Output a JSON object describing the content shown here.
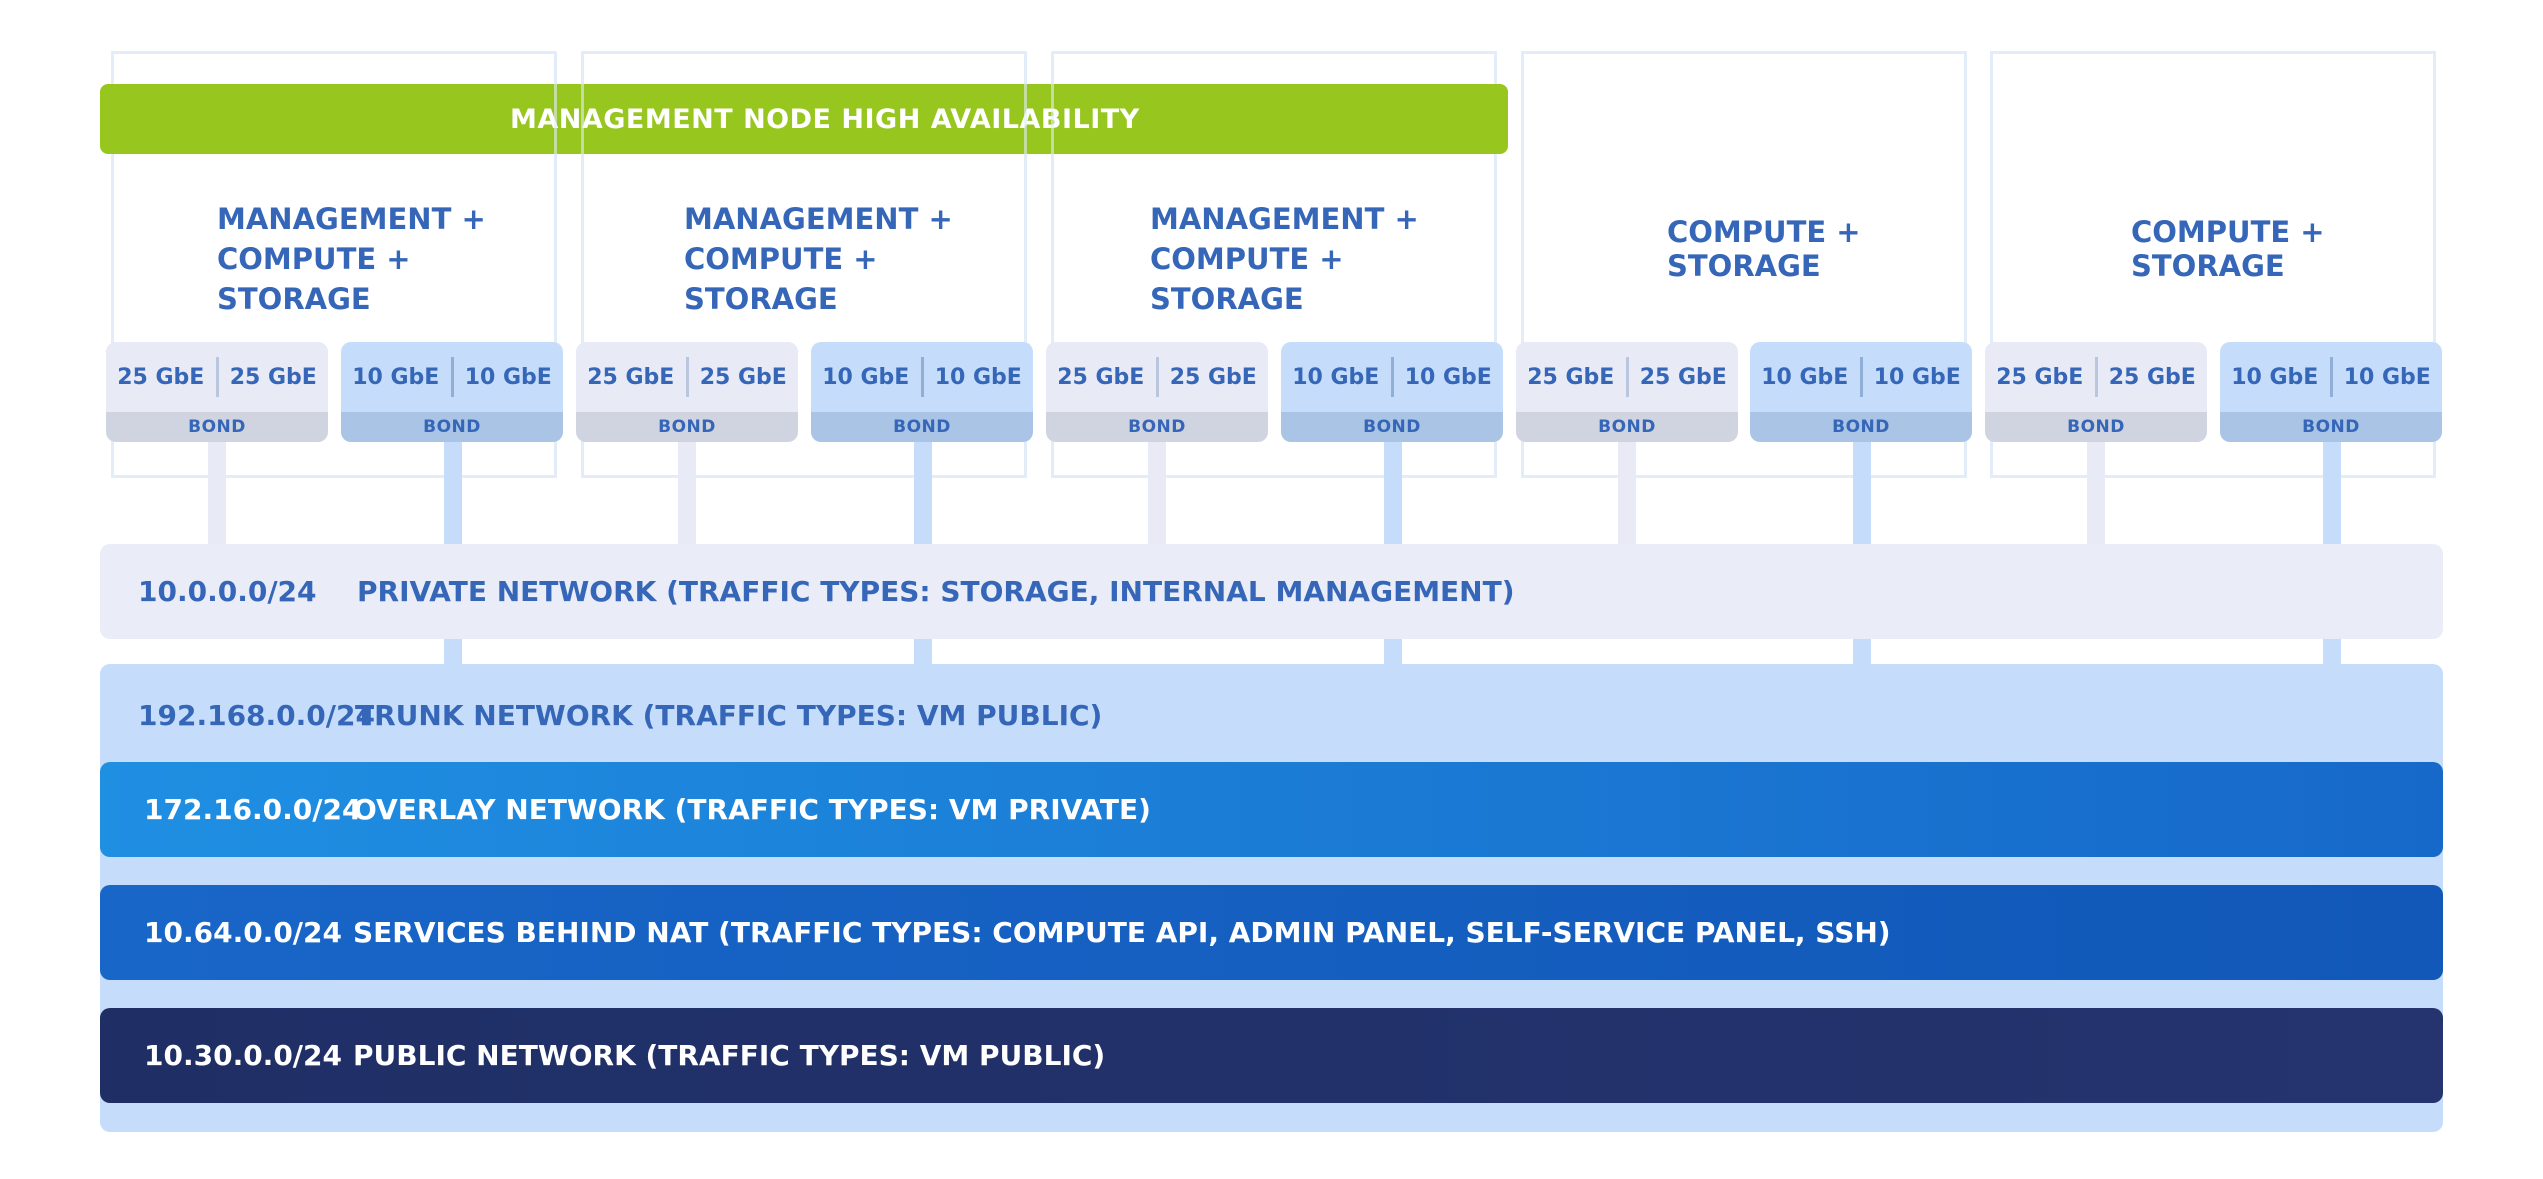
{
  "ha_bar": {
    "label": "MANAGEMENT NODE HIGH AVAILABILITY"
  },
  "nodes": [
    {
      "title": "MANAGEMENT +\nCOMPUTE +\nSTORAGE"
    },
    {
      "title": "MANAGEMENT +\nCOMPUTE +\nSTORAGE"
    },
    {
      "title": "MANAGEMENT +\nCOMPUTE +\nSTORAGE"
    },
    {
      "title": "COMPUTE +\nSTORAGE"
    },
    {
      "title": "COMPUTE +\nSTORAGE"
    }
  ],
  "nics": {
    "grey": {
      "port_a": "25 GbE",
      "port_b": "25 GbE",
      "bond": "BOND"
    },
    "blue": {
      "port_a": "10 GbE",
      "port_b": "10 GbE",
      "bond": "BOND"
    }
  },
  "networks": [
    {
      "cidr": "10.0.0.0/24",
      "label": "PRIVATE NETWORK (TRAFFIC TYPES: STORAGE, INTERNAL MANAGEMENT)"
    },
    {
      "cidr": "192.168.0.0/24",
      "label": "TRUNK NETWORK (TRAFFIC TYPES: VM PUBLIC)"
    },
    {
      "cidr": "172.16.0.0/24",
      "label": "OVERLAY NETWORK (TRAFFIC TYPES: VM PRIVATE)"
    },
    {
      "cidr": "10.64.0.0/24",
      "label": "SERVICES BEHIND NAT (TRAFFIC TYPES: COMPUTE API, ADMIN PANEL, SELF-SERVICE PANEL, SSH)"
    },
    {
      "cidr": "10.30.0.0/24",
      "label": "PUBLIC NETWORK (TRAFFIC TYPES: VM PUBLIC)"
    }
  ],
  "colors": {
    "ha_green": "#97c71f",
    "private_bg": "#eaecf7",
    "trunk_bg": "#c5ddfa",
    "overlay_bg": "#1e88e0",
    "nat_bg": "#135fbf",
    "public_bg": "#22306a",
    "text_blue": "#3566b8"
  }
}
